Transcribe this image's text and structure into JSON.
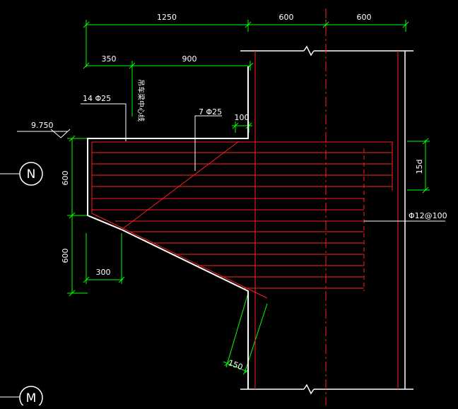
{
  "colors": {
    "background": "#000000",
    "dimension": "#00ff00",
    "rebar": "#ff2020",
    "outline": "#ffffff",
    "text": "#ffffff"
  },
  "dimensions": {
    "top_total": "1250",
    "top_col_left": "600",
    "top_col_right": "600",
    "second_left": "350",
    "second_right": "900",
    "small_top": "100",
    "left_upper": "600",
    "left_lower": "600",
    "bottom_left": "300",
    "slope_width": "150",
    "right_lap": "15d"
  },
  "labels": {
    "rebar_main": "14 Φ25",
    "rebar_diag": "7 Φ25",
    "stirrup": "Φ12@100",
    "elevation": "9.750",
    "centerline_note": "吊车梁中心线"
  },
  "axes": {
    "upper": "N",
    "lower": "M"
  }
}
